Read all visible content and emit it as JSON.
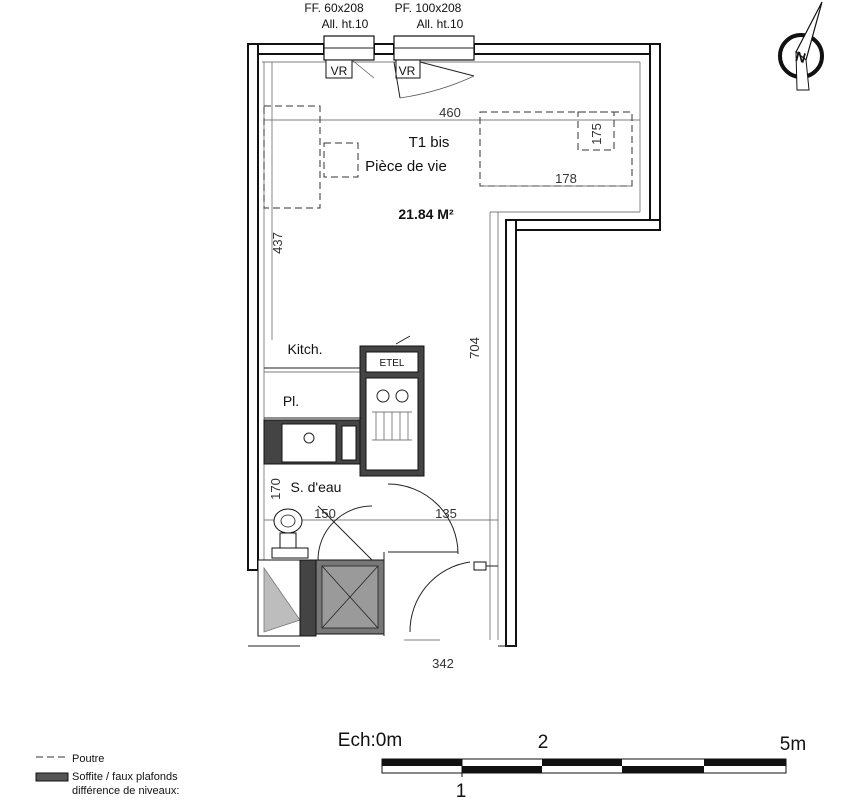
{
  "windows": [
    {
      "label": "FF. 60x208",
      "sub": "All. ht.10",
      "shutter": "VR"
    },
    {
      "label": "PF. 100x208",
      "sub": "All. ht.10",
      "shutter": "VR"
    }
  ],
  "rooms": {
    "main_name_1": "T1 bis",
    "main_name_2": "Pièce de vie",
    "area": "21.84 M²",
    "kitchen": "Kitch.",
    "closet": "Pl.",
    "bathroom": "S. d'eau",
    "meter": "ETEL"
  },
  "dimensions": [
    "460",
    "175",
    "178",
    "437",
    "704",
    "170",
    "150",
    "135",
    "342"
  ],
  "compass": {
    "letter": "N"
  },
  "scale": {
    "title": "Ech:0m",
    "tick_2": "2",
    "tick_5": "5m",
    "tick_1": "1"
  },
  "legend": [
    {
      "label": "Poutre"
    },
    {
      "label": "Soffite / faux plafonds"
    },
    {
      "label": "différence de niveaux:"
    }
  ]
}
